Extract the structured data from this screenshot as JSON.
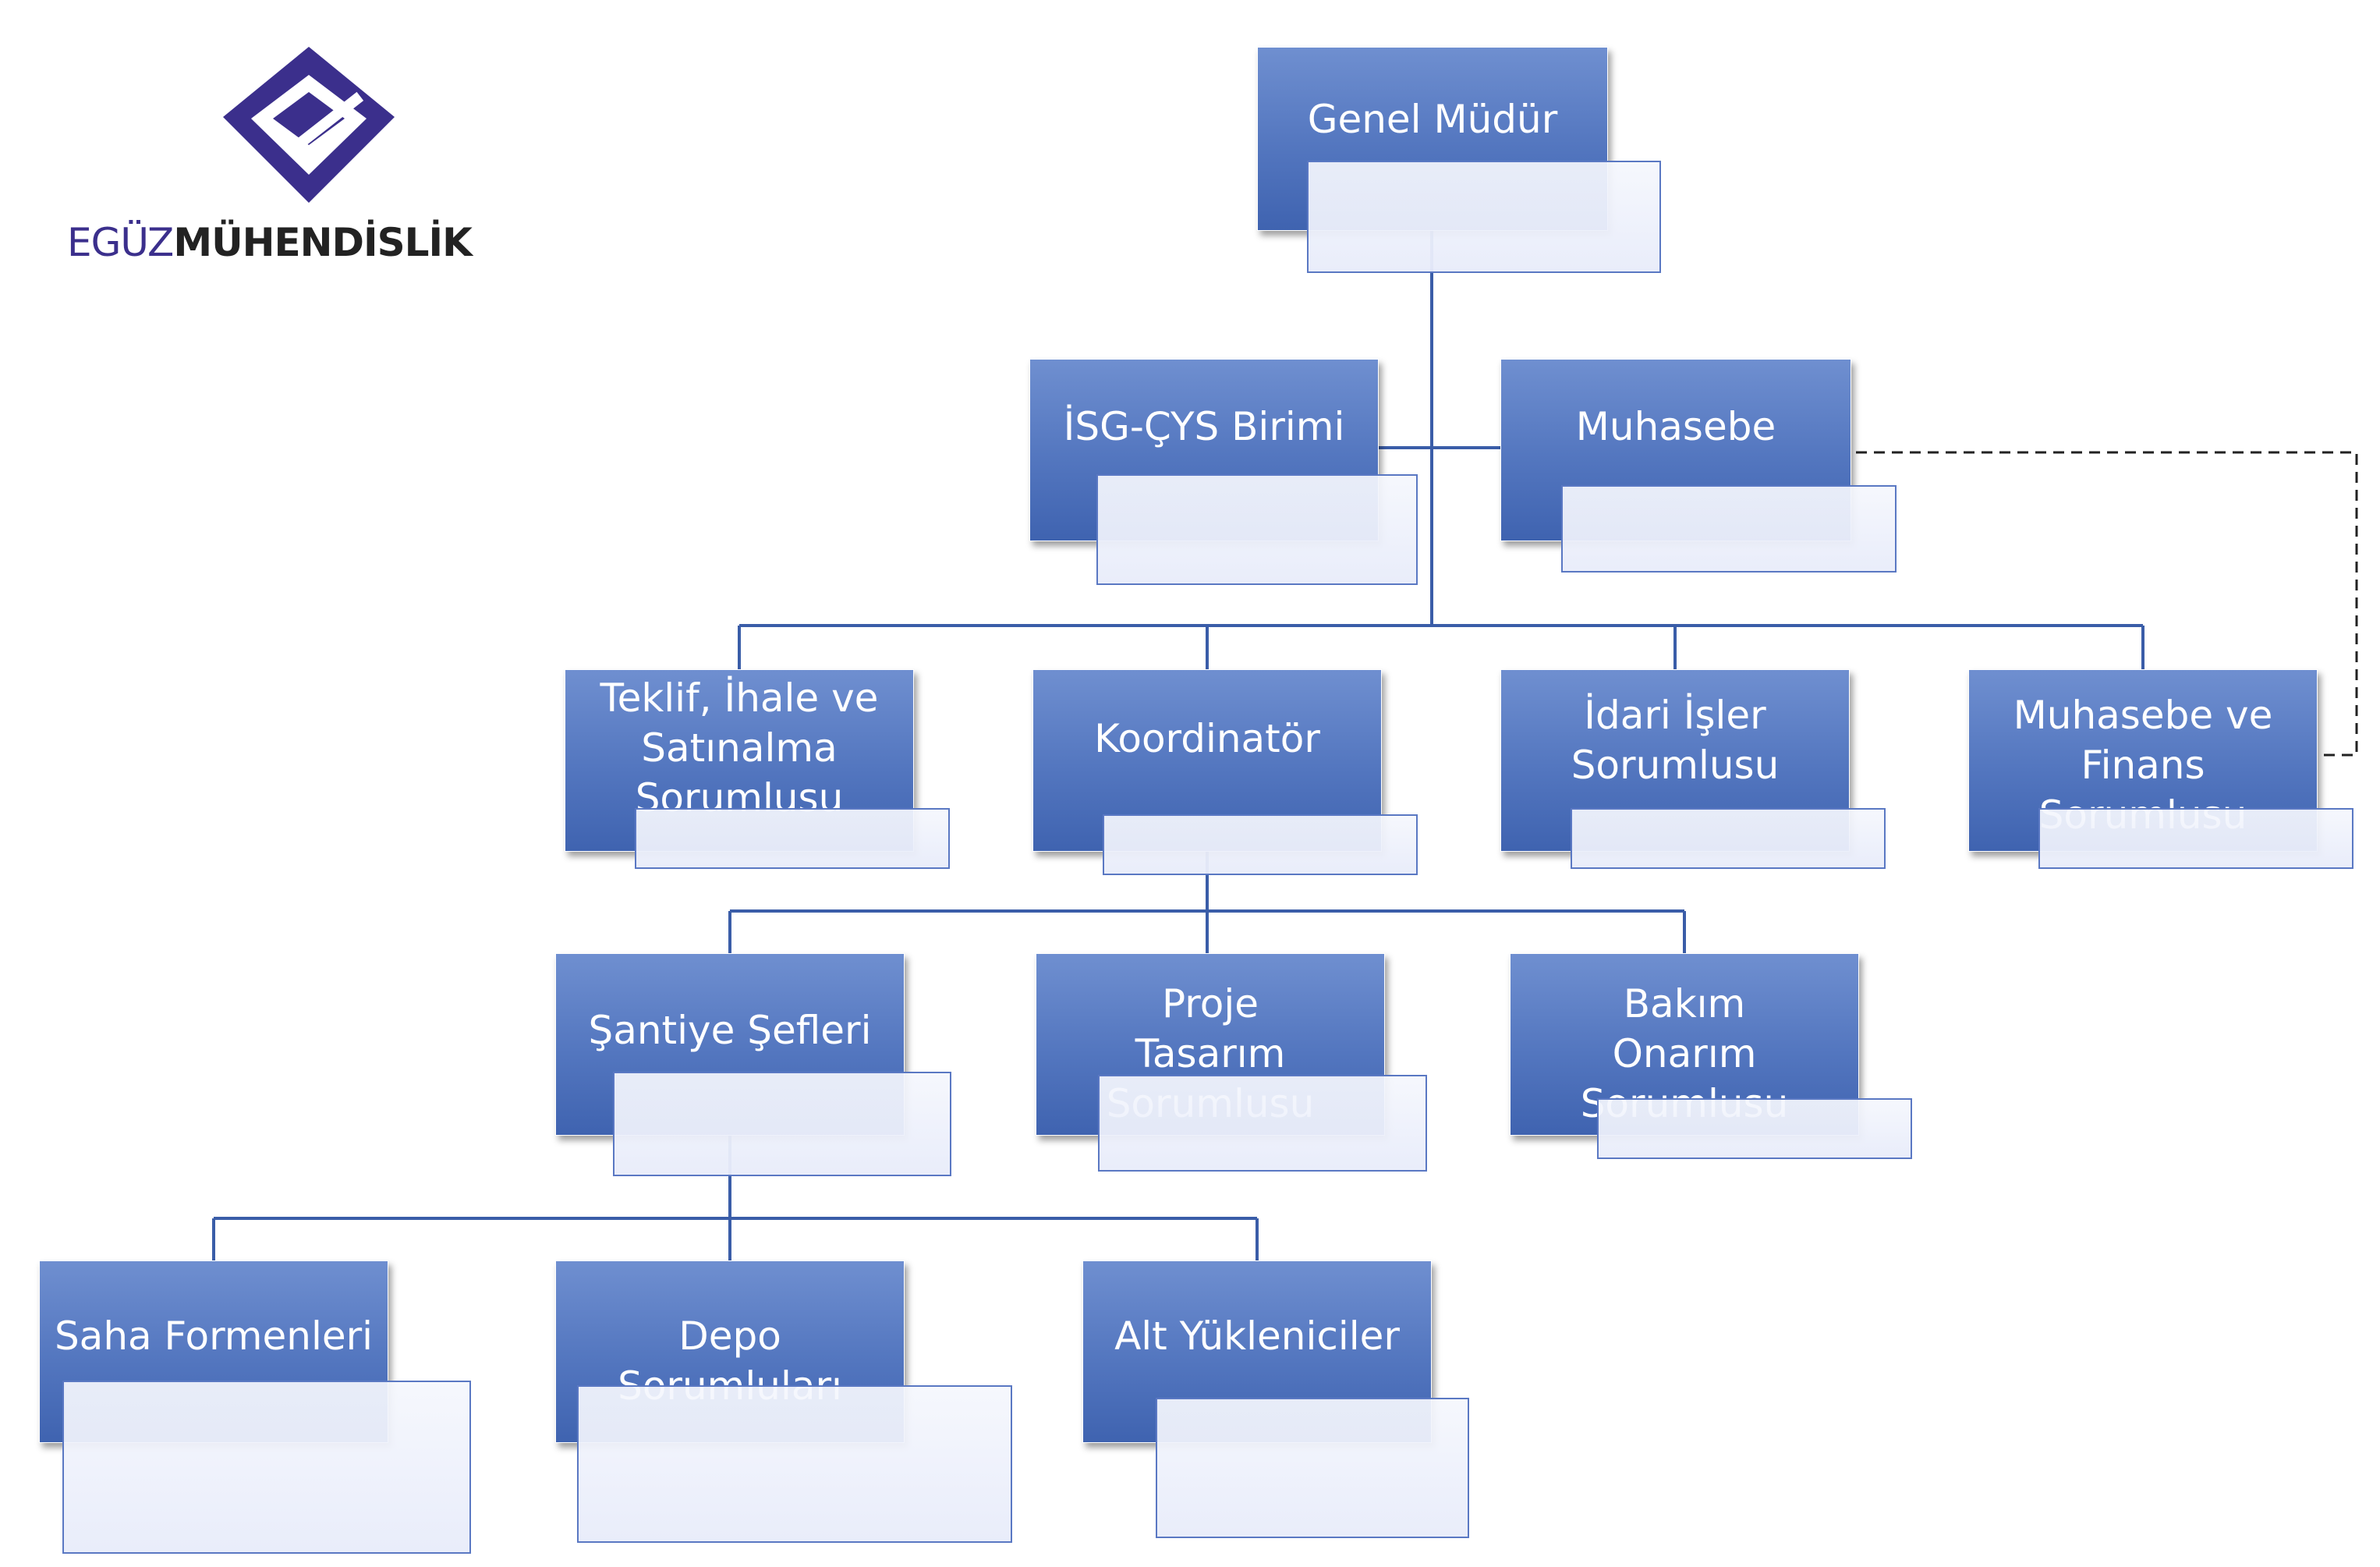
{
  "logo": {
    "text_part1": "EGÜZ",
    "text_part2": "MÜHENDİSLİK",
    "icon": "eguz-logo-mark-icon",
    "color_primary": "#3b2f8c"
  },
  "colors": {
    "box_fill": "#5376bf",
    "connector": "#3a5da8",
    "subbox_border": "#5a78c3"
  },
  "chart": {
    "nodes": [
      {
        "id": "genel-mudur",
        "label": "Genel Müdür"
      },
      {
        "id": "isg-cys",
        "label": "İSG-ÇYS Birimi"
      },
      {
        "id": "muhasebe",
        "label": "Muhasebe"
      },
      {
        "id": "teklif",
        "label": "Teklif, İhale ve Satınalma Sorumlusu"
      },
      {
        "id": "koordinator",
        "label": "Koordinatör"
      },
      {
        "id": "idari",
        "label": "İdari İşler Sorumlusu"
      },
      {
        "id": "muhasebe-finans",
        "label": "Muhasebe ve Finans Sorumlusu"
      },
      {
        "id": "santiye",
        "label": "Şantiye Şefleri"
      },
      {
        "id": "proje",
        "label": "Proje Tasarım Sorumlusu"
      },
      {
        "id": "bakim",
        "label": "Bakım Onarım Sorumlusu"
      },
      {
        "id": "saha",
        "label": "Saha Formenleri"
      },
      {
        "id": "depo",
        "label": "Depo Sorumluları"
      },
      {
        "id": "alt",
        "label": "Alt Yükleniciler"
      }
    ],
    "edges": [
      {
        "from": "genel-mudur",
        "to": "isg-cys",
        "kind": "assistant"
      },
      {
        "from": "genel-mudur",
        "to": "muhasebe",
        "kind": "assistant"
      },
      {
        "from": "genel-mudur",
        "to": "teklif",
        "kind": "solid"
      },
      {
        "from": "genel-mudur",
        "to": "koordinator",
        "kind": "solid"
      },
      {
        "from": "genel-mudur",
        "to": "idari",
        "kind": "solid"
      },
      {
        "from": "genel-mudur",
        "to": "muhasebe-finans",
        "kind": "solid"
      },
      {
        "from": "muhasebe",
        "to": "muhasebe-finans",
        "kind": "dashed"
      },
      {
        "from": "koordinator",
        "to": "santiye",
        "kind": "solid"
      },
      {
        "from": "koordinator",
        "to": "proje",
        "kind": "solid"
      },
      {
        "from": "koordinator",
        "to": "bakim",
        "kind": "solid"
      },
      {
        "from": "santiye",
        "to": "saha",
        "kind": "solid"
      },
      {
        "from": "santiye",
        "to": "depo",
        "kind": "solid"
      },
      {
        "from": "santiye",
        "to": "alt",
        "kind": "solid"
      }
    ]
  }
}
